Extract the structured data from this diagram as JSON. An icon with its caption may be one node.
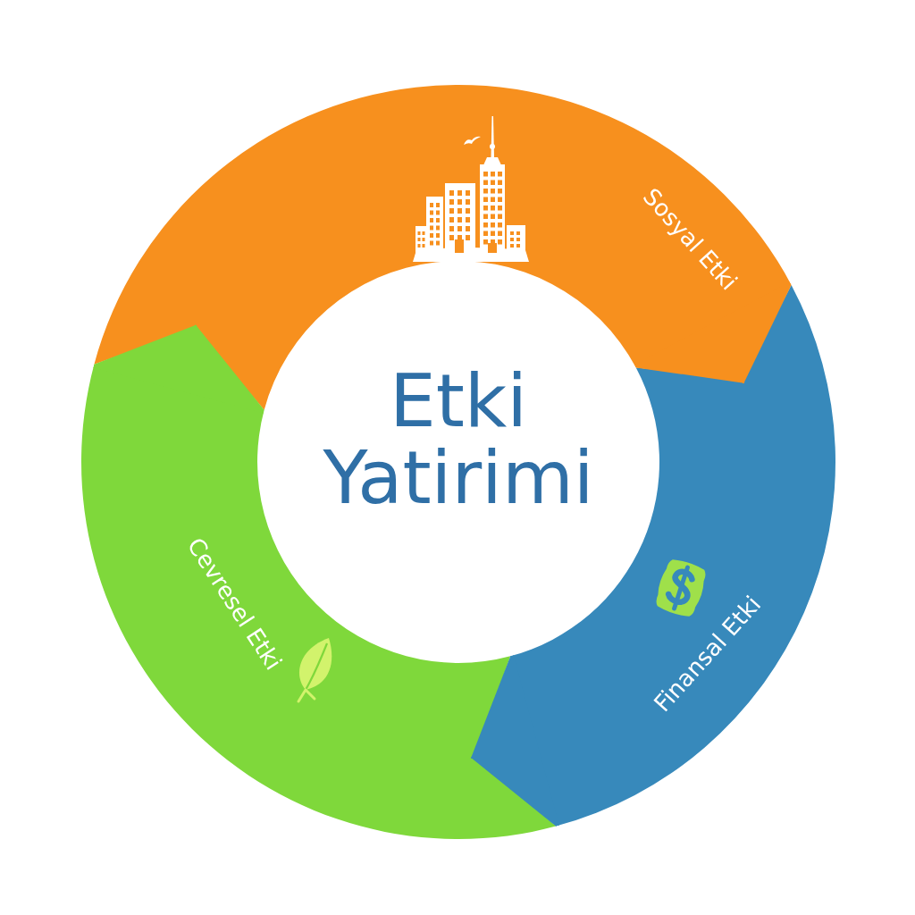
{
  "diagram": {
    "nodes": [
      {
        "text": [
          "Etki Yatirimi"
        ]
      },
      {
        "text": [
          "Sosyal Etki"
        ]
      },
      {
        "text": [
          "Finansal Etki"
        ]
      },
      {
        "text": [
          "Cevresel Etki"
        ]
      }
    ],
    "edges": [
      {
        "from": 1,
        "to": 2,
        "arrow": "to",
        "color": "#f7901e"
      },
      {
        "from": 2,
        "to": 3,
        "arrow": "to",
        "color": "#3789bb"
      },
      {
        "from": 3,
        "to": 1,
        "arrow": "to",
        "color": "#7fd83b"
      }
    ]
  }
}
